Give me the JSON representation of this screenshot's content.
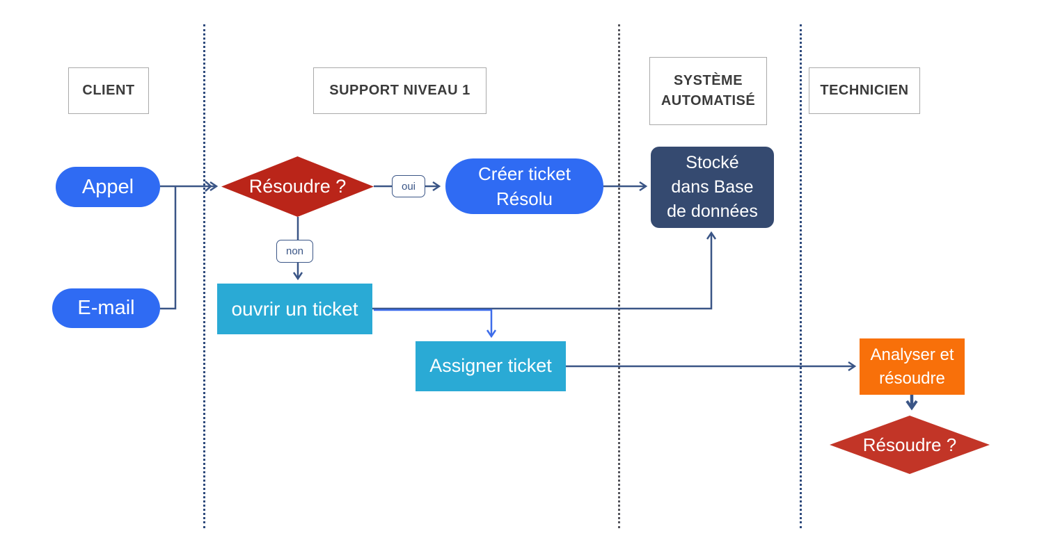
{
  "lanes": [
    {
      "id": "client",
      "label": "CLIENT"
    },
    {
      "id": "support-niveau-1",
      "label": "SUPPORT NIVEAU 1"
    },
    {
      "id": "systeme-automatise",
      "label": "SYSTÈME\nAUTOMATISÉ"
    },
    {
      "id": "technicien",
      "label": "TECHNICIEN"
    }
  ],
  "nodes": {
    "appel": {
      "label": "Appel",
      "type": "terminator"
    },
    "email": {
      "label": "E-mail",
      "type": "terminator"
    },
    "decision1": {
      "label": "Résoudre ?",
      "type": "decision"
    },
    "creer_ticket": {
      "label": "Créer ticket\nRésolu",
      "type": "terminator"
    },
    "stocke": {
      "label": "Stocké\ndans Base\nde données",
      "type": "process"
    },
    "ouvrir": {
      "label": "ouvrir un ticket",
      "type": "process"
    },
    "assigner": {
      "label": "Assigner ticket",
      "type": "process"
    },
    "analyser": {
      "label": "Analyser et\nrésoudre",
      "type": "process"
    },
    "decision2": {
      "label": "Résoudre ?",
      "type": "decision"
    }
  },
  "edge_labels": {
    "oui": "oui",
    "non": "non"
  },
  "colors": {
    "blue": "#2F6BF3",
    "cyan": "#2AAAD5",
    "darknavy": "#354A70",
    "red": "#BA2519",
    "red2": "#C23527",
    "orange": "#F8700A",
    "arrow": "#3A5586",
    "blue_arrow": "#3D6CEA",
    "lane_divider_navy": "#2E4A7C",
    "lane_divider_gray": "#55555C",
    "lane_header_border": "#A9A9A9",
    "lane_header_text": "#3B3B3B"
  }
}
